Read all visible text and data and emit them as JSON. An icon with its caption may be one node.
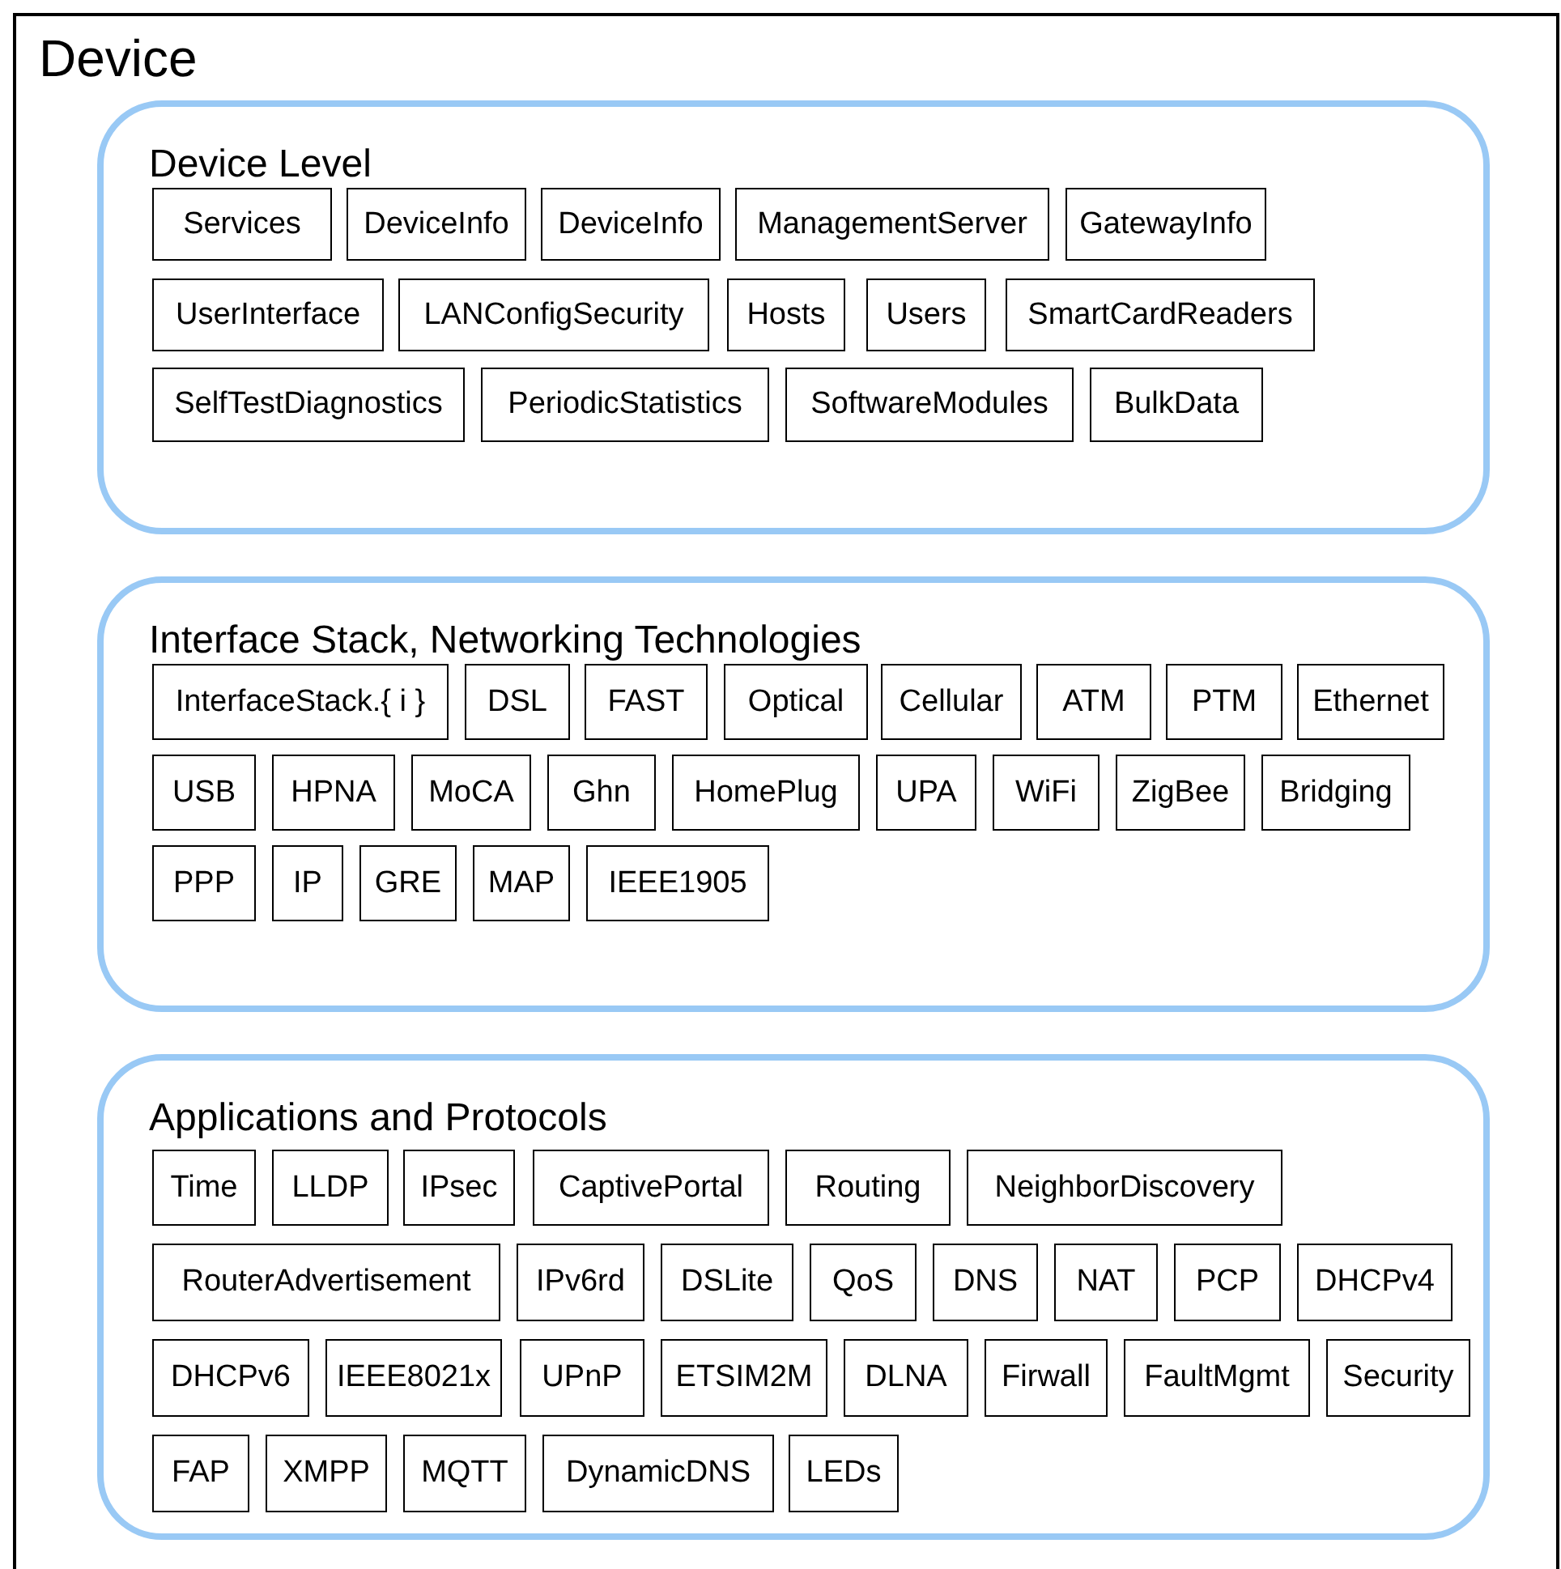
{
  "diagram": {
    "nodes": [
      {
        "text": [
          "Device"
        ]
      },
      {
        "text": [
          "Device Level"
        ],
        "in": 0
      },
      {
        "text": [
          "Services"
        ],
        "in": 1
      },
      {
        "text": [
          "DeviceInfo"
        ],
        "in": 1
      },
      {
        "text": [
          "DeviceInfo"
        ],
        "in": 1
      },
      {
        "text": [
          "ManagementServer"
        ],
        "in": 1
      },
      {
        "text": [
          "GatewayInfo"
        ],
        "in": 1
      },
      {
        "text": [
          "UserInterface"
        ],
        "in": 1
      },
      {
        "text": [
          "LANConfigSecurity"
        ],
        "in": 1
      },
      {
        "text": [
          "Hosts"
        ],
        "in": 1
      },
      {
        "text": [
          "Users"
        ],
        "in": 1
      },
      {
        "text": [
          "SmartCardReaders"
        ],
        "in": 1
      },
      {
        "text": [
          "SelfTestDiagnostics"
        ],
        "in": 1
      },
      {
        "text": [
          "PeriodicStatistics"
        ],
        "in": 1
      },
      {
        "text": [
          "SoftwareModules"
        ],
        "in": 1
      },
      {
        "text": [
          "BulkData"
        ],
        "in": 1
      },
      {
        "text": [
          "Interface Stack, Networking Technologies"
        ],
        "in": 0
      },
      {
        "text": [
          "InterfaceStack.{ i }"
        ],
        "in": 16
      },
      {
        "text": [
          "DSL"
        ],
        "in": 16
      },
      {
        "text": [
          "FAST"
        ],
        "in": 16
      },
      {
        "text": [
          "Optical"
        ],
        "in": 16
      },
      {
        "text": [
          "Cellular"
        ],
        "in": 16
      },
      {
        "text": [
          "ATM"
        ],
        "in": 16
      },
      {
        "text": [
          "PTM"
        ],
        "in": 16
      },
      {
        "text": [
          "Ethernet"
        ],
        "in": 16
      },
      {
        "text": [
          "USB"
        ],
        "in": 16
      },
      {
        "text": [
          "HPNA"
        ],
        "in": 16
      },
      {
        "text": [
          "MoCA"
        ],
        "in": 16
      },
      {
        "text": [
          "Ghn"
        ],
        "in": 16
      },
      {
        "text": [
          "HomePlug"
        ],
        "in": 16
      },
      {
        "text": [
          "UPA"
        ],
        "in": 16
      },
      {
        "text": [
          "WiFi"
        ],
        "in": 16
      },
      {
        "text": [
          "ZigBee"
        ],
        "in": 16
      },
      {
        "text": [
          "Bridging"
        ],
        "in": 16
      },
      {
        "text": [
          "PPP"
        ],
        "in": 16
      },
      {
        "text": [
          "IP"
        ],
        "in": 16
      },
      {
        "text": [
          "GRE"
        ],
        "in": 16
      },
      {
        "text": [
          "MAP"
        ],
        "in": 16
      },
      {
        "text": [
          "IEEE1905"
        ],
        "in": 16
      },
      {
        "text": [
          "Applications and Protocols"
        ],
        "in": 0
      },
      {
        "text": [
          "Time"
        ],
        "in": 39
      },
      {
        "text": [
          "LLDP"
        ],
        "in": 39
      },
      {
        "text": [
          "IPsec"
        ],
        "in": 39
      },
      {
        "text": [
          "CaptivePortal"
        ],
        "in": 39
      },
      {
        "text": [
          "Routing"
        ],
        "in": 39
      },
      {
        "text": [
          "NeighborDiscovery"
        ],
        "in": 39
      },
      {
        "text": [
          "RouterAdvertisement"
        ],
        "in": 39
      },
      {
        "text": [
          "IPv6rd"
        ],
        "in": 39
      },
      {
        "text": [
          "DSLite"
        ],
        "in": 39
      },
      {
        "text": [
          "QoS"
        ],
        "in": 39
      },
      {
        "text": [
          "DNS"
        ],
        "in": 39
      },
      {
        "text": [
          "NAT"
        ],
        "in": 39
      },
      {
        "text": [
          "PCP"
        ],
        "in": 39
      },
      {
        "text": [
          "DHCPv4"
        ],
        "in": 39
      },
      {
        "text": [
          "DHCPv6"
        ],
        "in": 39
      },
      {
        "text": [
          "IEEE8021x"
        ],
        "in": 39
      },
      {
        "text": [
          "UPnP"
        ],
        "in": 39
      },
      {
        "text": [
          "ETSIM2M"
        ],
        "in": 39
      },
      {
        "text": [
          "DLNA"
        ],
        "in": 39
      },
      {
        "text": [
          "Firwall"
        ],
        "in": 39
      },
      {
        "text": [
          "FaultMgmt"
        ],
        "in": 39
      },
      {
        "text": [
          "Security"
        ],
        "in": 39
      },
      {
        "text": [
          "FAP"
        ],
        "in": 39
      },
      {
        "text": [
          "XMPP"
        ],
        "in": 39
      },
      {
        "text": [
          "MQTT"
        ],
        "in": 39
      },
      {
        "text": [
          "DynamicDNS"
        ],
        "in": 39
      },
      {
        "text": [
          "LEDs"
        ],
        "in": 39
      }
    ]
  }
}
